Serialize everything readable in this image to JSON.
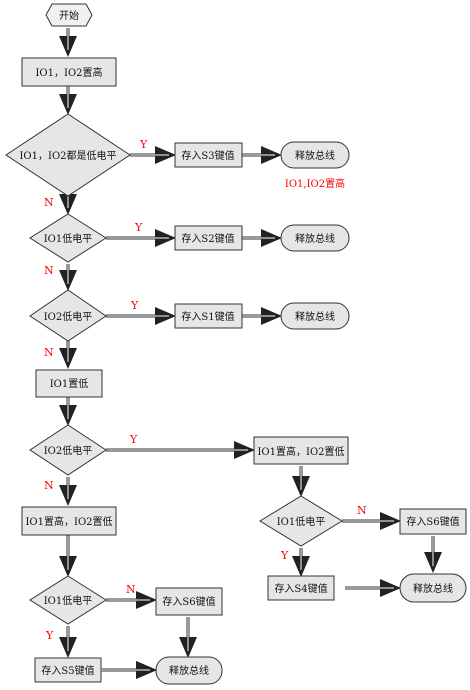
{
  "nodes": {
    "start": "开始",
    "set_high": "IO1，IO2置高",
    "d_both_low": "IO1，IO2都是低电平",
    "store_s3": "存入S3键值",
    "release_1": "释放总线",
    "note_reset": "IO1,IO2置高",
    "d_io1_low_a": "IO1低电平",
    "store_s2": "存入S2键值",
    "release_2": "释放总线",
    "d_io2_low_a": "IO2低电平",
    "store_s1": "存入S1键值",
    "release_3": "释放总线",
    "set_io1_low": "IO1置低",
    "d_io2_low_b": "IO2低电平",
    "set_io1_high_io2_low": "IO1置高，IO2置低",
    "set_io1_high_io2_low_left": "IO1置高，IO2置低",
    "d_io1_low_right": "IO1低电平",
    "store_s6_right": "存入S6键值",
    "store_s4": "存入S4键值",
    "release_right": "释放总线",
    "d_io1_low_left": "IO1低电平",
    "store_s6_left": "存入S6键值",
    "store_s5": "存入S5键值",
    "release_left": "释放总线"
  },
  "edge_labels": {
    "yes": "Y",
    "no": "N"
  }
}
